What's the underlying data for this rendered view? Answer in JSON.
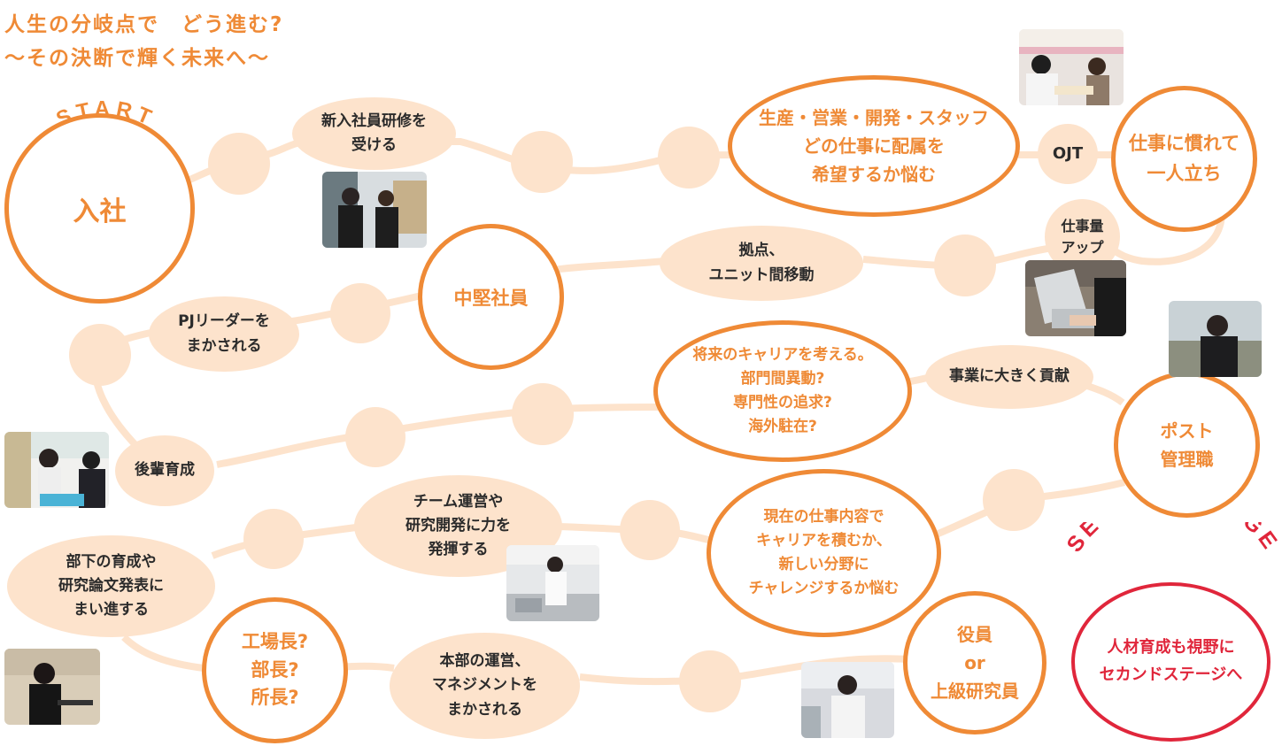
{
  "title": {
    "line1": "人生の分岐点で　どう進む?",
    "line2": "～その決断で輝く未来へ～"
  },
  "start_label": "START",
  "second_stage_label": "SECOND STAGE",
  "colors": {
    "orange": "#ef8a36",
    "peach": "#fde3cc",
    "red": "#e0263b",
    "text": "#2b2b2b"
  },
  "nodes": {
    "join": "入社",
    "training": "新入社員研修を\n受ける",
    "assignment": "生産・営業・開発・スタッフ\nどの仕事に配属を\n希望するか悩む",
    "ojt": "OJT",
    "independent": "仕事に慣れて\n一人立ち",
    "workload": "仕事量\nアップ",
    "transfer": "拠点、\nユニット間移動",
    "midlevel": "中堅社員",
    "pj_leader": "PJリーダーを\nまかされる",
    "career_think": "将来のキャリアを考える。\n部門間異動?\n専門性の追求?\n海外駐在?",
    "contribute": "事業に大きく貢献",
    "post_manager": "ポスト\n管理職",
    "mentor": "後輩育成",
    "team_mgmt": "チーム運営や\n研究開発に力を\n発揮する",
    "career_choice": "現在の仕事内容で\nキャリアを積むか、\n新しい分野に\nチャレンジするか悩む",
    "subordinate": "部下の育成や\n研究論文発表に\nまい進する",
    "factory_head": "工場長?\n部長?\n所長?",
    "hq_mgmt": "本部の運営、\nマネジメントを\nまかされる",
    "executive": "役員\nor\n上級研究員",
    "second_stage": "人材育成も視野に\nセカンドステージへ"
  }
}
